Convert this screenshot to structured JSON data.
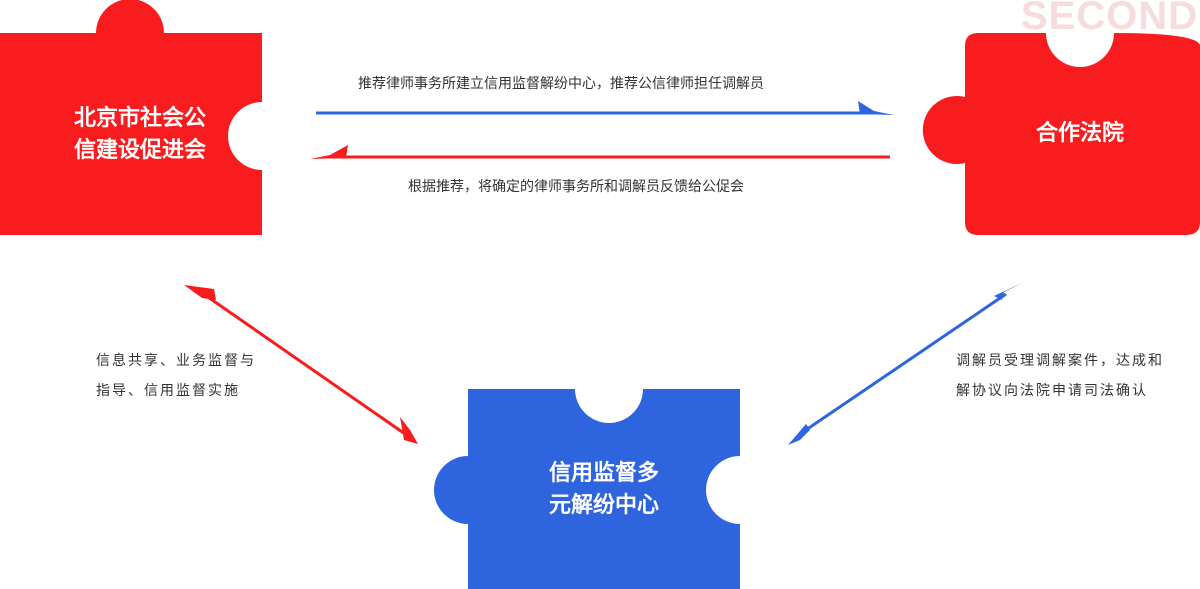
{
  "watermark": "SECOND",
  "colors": {
    "red": "#f81c1f",
    "blue": "#2e65df",
    "text": "#333333"
  },
  "nodes": {
    "beijing": {
      "line1": "北京市社会公",
      "line2": "信建设促进会"
    },
    "court": {
      "label": "合作法院"
    },
    "center": {
      "line1": "信用监督多",
      "line2": "元解纷中心"
    }
  },
  "edges": {
    "recommend": "推荐律师事务所建立信用监督解纷中心，推荐公信律师担任调解员",
    "feedback": "根据推荐，将确定的律师事务所和调解员反馈给公促会",
    "share": {
      "line1": "信息共享、业务监督与",
      "line2": "指导、信用监督实施"
    },
    "apply": {
      "line1": "调解员受理调解案件，达成和",
      "line2": "解协议向法院申请司法确认"
    }
  }
}
